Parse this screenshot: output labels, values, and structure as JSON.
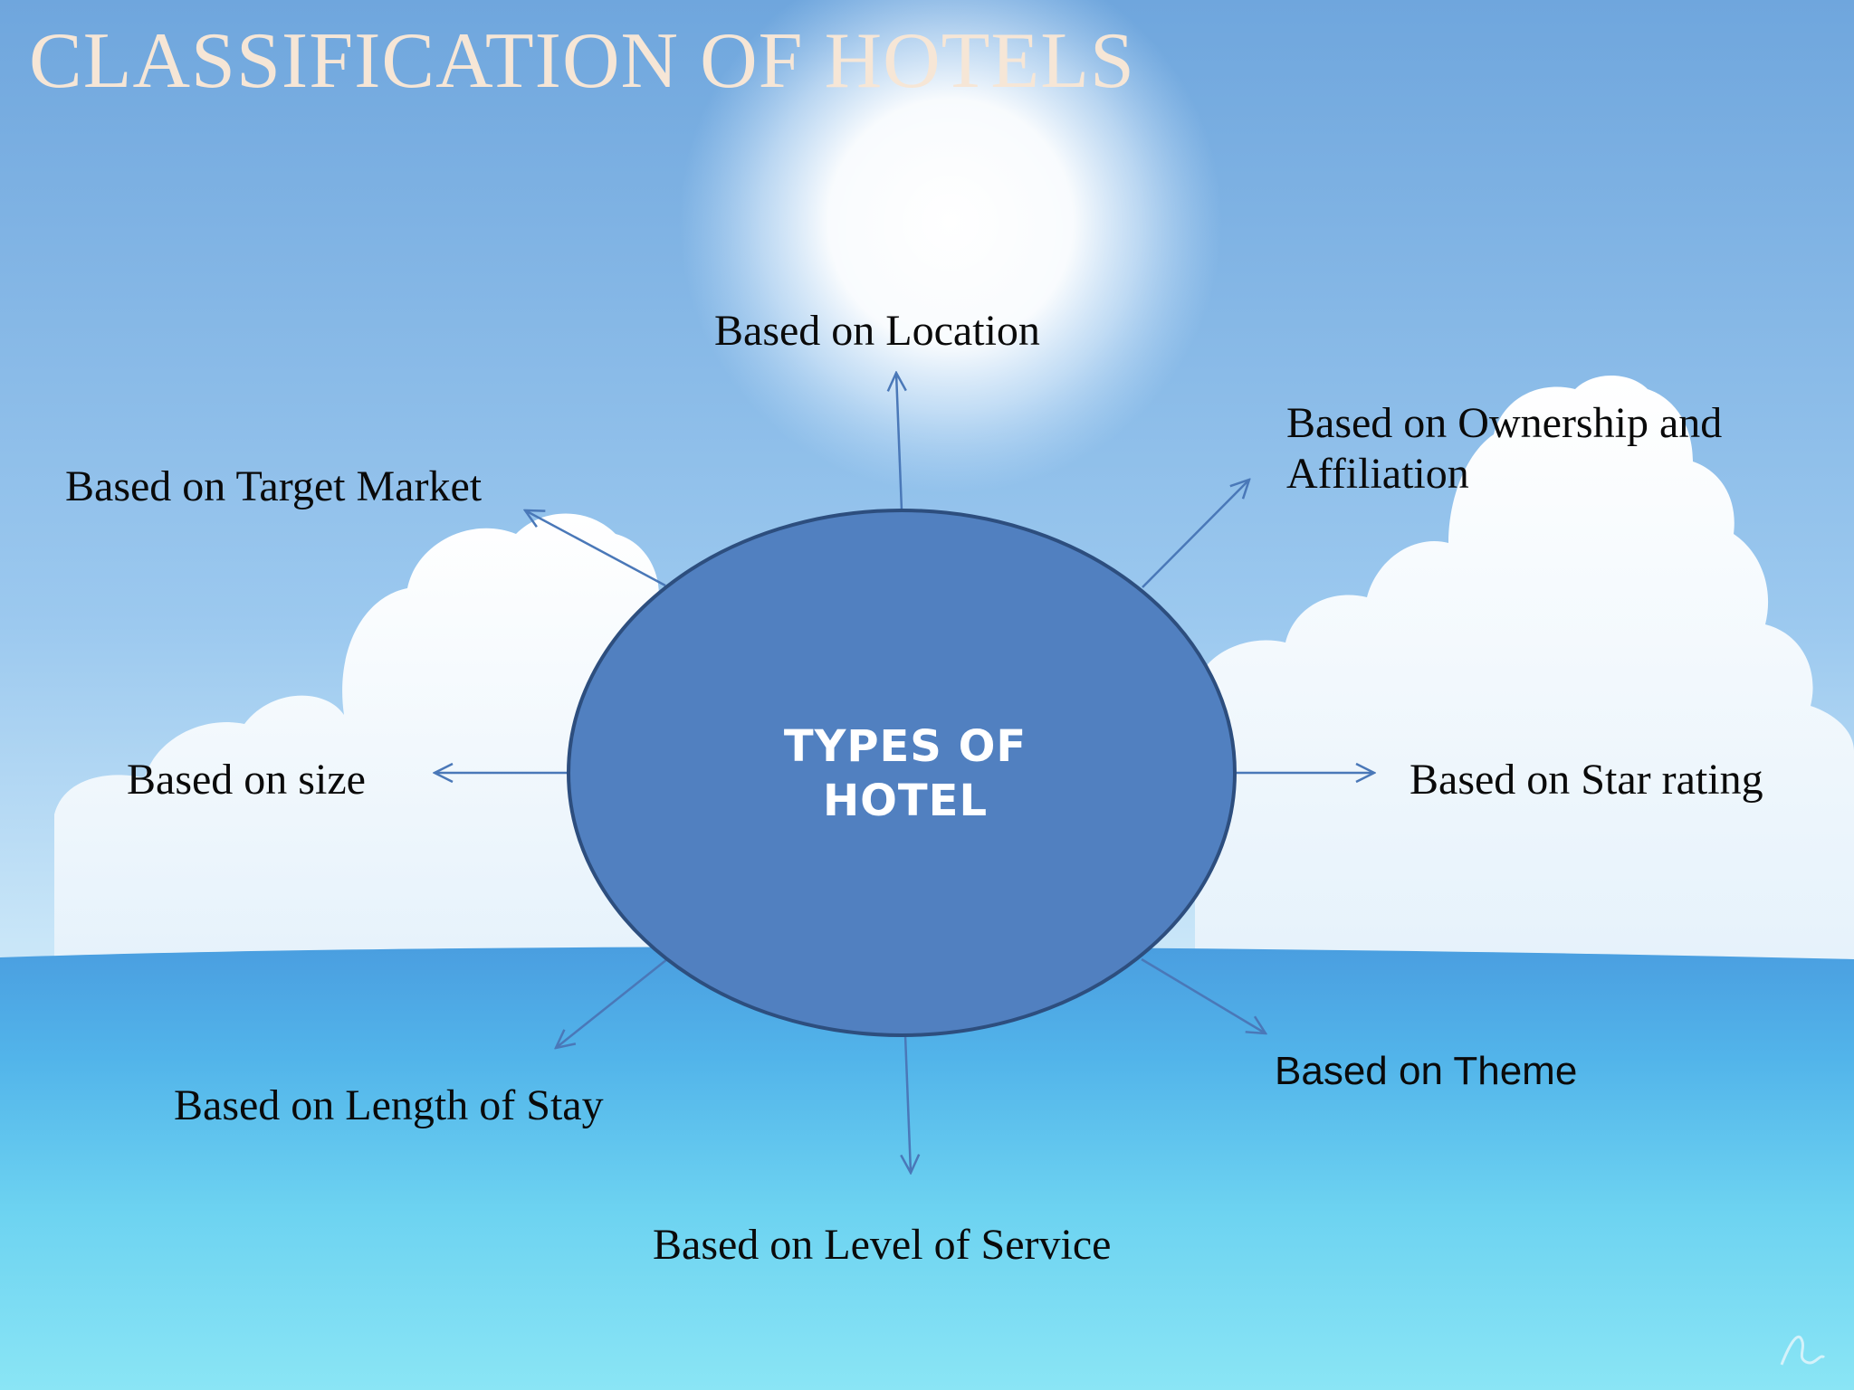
{
  "slide": {
    "title": "CLASSIFICATION OF HOTELS"
  },
  "diagram": {
    "center": {
      "line1": "TYPES OF",
      "line2": "HOTEL"
    },
    "nodes": {
      "location": "Based on Location",
      "ownership_line1": "Based on Ownership and",
      "ownership_line2": "Affiliation",
      "target_market": "Based on Target Market",
      "size": "Based on size",
      "star_rating": "Based on Star rating",
      "length_of_stay": "Based on Length of Stay",
      "theme": "Based on Theme",
      "level_of_service": "Based on Level of Service"
    }
  },
  "colors": {
    "ellipse_fill": "#5180c0",
    "ellipse_stroke": "#2d4e7e",
    "arrow": "#4a78b8",
    "title": "#f6e6d6"
  }
}
